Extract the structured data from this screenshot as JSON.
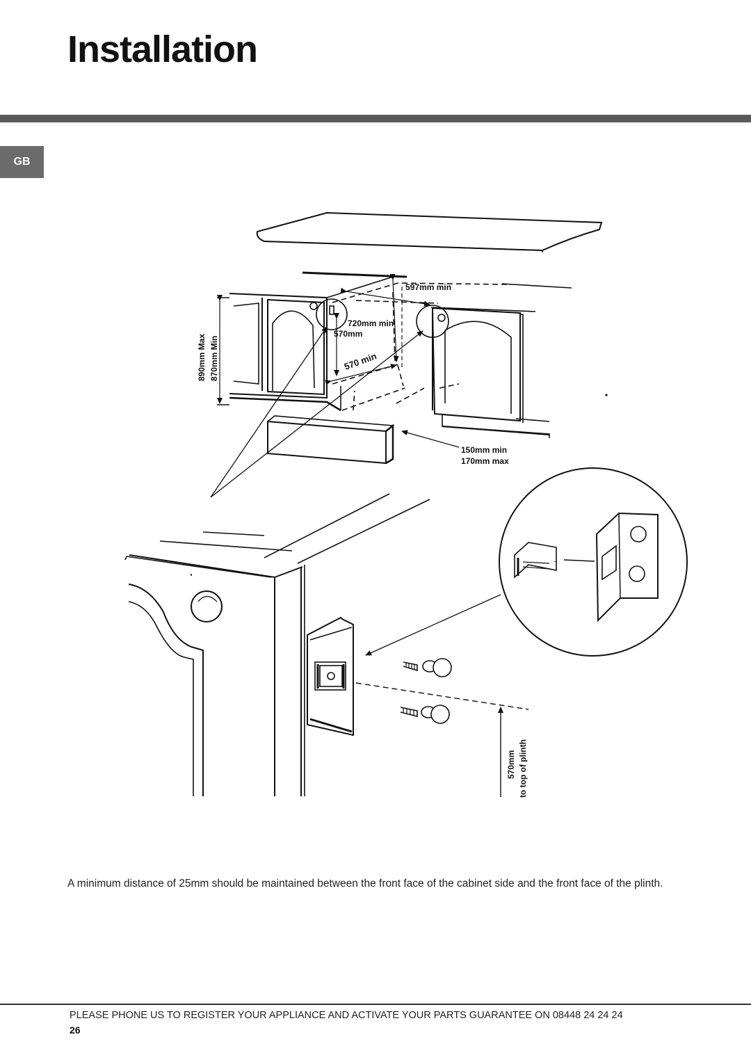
{
  "header": {
    "title": "Installation",
    "language_tab": "GB"
  },
  "figure": {
    "labels": {
      "width_min": "597mm min",
      "height_min": "720mm min",
      "depth": "570mm",
      "depth_min": "570 min",
      "height_max": "890mm Max",
      "height_min_side": "870mm Min",
      "plinth_min": "150mm min",
      "plinth_max": "170mm max",
      "bracket_height": "570mm",
      "bracket_ref": "to top of plinth"
    }
  },
  "body": {
    "note": "A minimum distance of 25mm should be maintained between the front face of the cabinet side and the front face of the plinth."
  },
  "footer": {
    "register_text": "PLEASE PHONE US TO REGISTER YOUR APPLIANCE  AND ACTIVATE YOUR PARTS GUARANTEE ON 08448 24 24 24",
    "page_number": "26"
  }
}
